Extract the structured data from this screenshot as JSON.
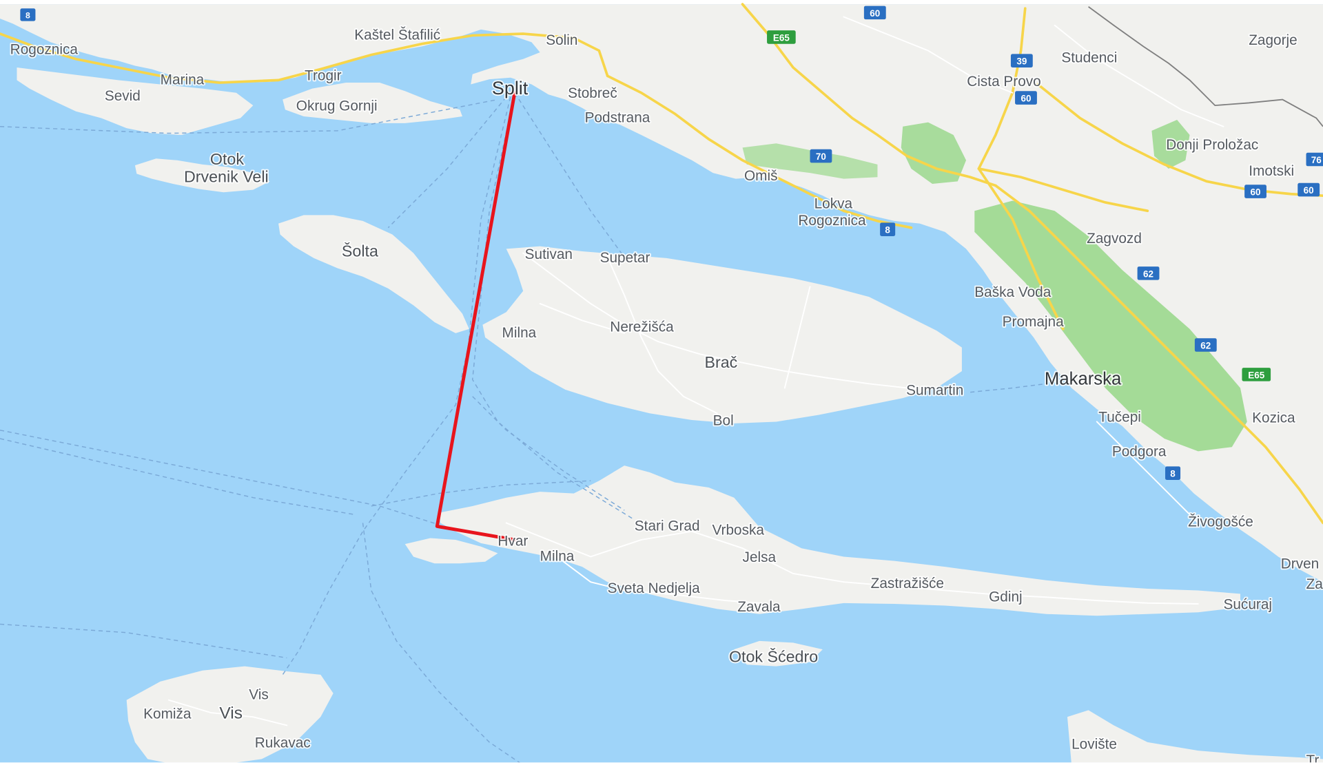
{
  "map": {
    "colors": {
      "sea": "#9fd4f9",
      "land": "#f1f1ee",
      "hill_land": "#e9ece4",
      "park": "#9bd88d",
      "road_major": "#f7d54a",
      "road_minor": "#ffffff",
      "ferry": "#7ba9d7",
      "border": "#7f7f7f",
      "route": "#e8141c",
      "shield_blue": "#2a6fc2",
      "shield_green": "#2e9e3e",
      "label": "#555a60"
    },
    "labels": [
      {
        "id": "rogoznica",
        "text": "Rogoznica",
        "kind": "town"
      },
      {
        "id": "marina",
        "text": "Marina",
        "kind": "town"
      },
      {
        "id": "sevid",
        "text": "Sevid",
        "kind": "town"
      },
      {
        "id": "trogir",
        "text": "Trogir",
        "kind": "town"
      },
      {
        "id": "kastel",
        "text": "Kaštel Štafilić",
        "kind": "town"
      },
      {
        "id": "solin",
        "text": "Solin",
        "kind": "town"
      },
      {
        "id": "split",
        "text": "Split",
        "kind": "city"
      },
      {
        "id": "stobrec",
        "text": "Stobreč",
        "kind": "town"
      },
      {
        "id": "podstrana",
        "text": "Podstrana",
        "kind": "town"
      },
      {
        "id": "okrug",
        "text": "Okrug Gornji",
        "kind": "town"
      },
      {
        "id": "drvenik1",
        "text": "Otok",
        "kind": "island"
      },
      {
        "id": "drvenik2",
        "text": "Drvenik Veli",
        "kind": "island"
      },
      {
        "id": "solta",
        "text": "Šolta",
        "kind": "island"
      },
      {
        "id": "sutivan",
        "text": "Sutivan",
        "kind": "town"
      },
      {
        "id": "supetar",
        "text": "Supetar",
        "kind": "town"
      },
      {
        "id": "milna_brac",
        "text": "Milna",
        "kind": "town"
      },
      {
        "id": "nerezisca",
        "text": "Nerežišća",
        "kind": "town"
      },
      {
        "id": "brac",
        "text": "Brač",
        "kind": "island"
      },
      {
        "id": "bol",
        "text": "Bol",
        "kind": "town"
      },
      {
        "id": "sumartin",
        "text": "Sumartin",
        "kind": "town"
      },
      {
        "id": "omis",
        "text": "Omiš",
        "kind": "town"
      },
      {
        "id": "lokva1",
        "text": "Lokva",
        "kind": "town"
      },
      {
        "id": "lokva2",
        "text": "Rogoznica",
        "kind": "town"
      },
      {
        "id": "studenci",
        "text": "Studenci",
        "kind": "town"
      },
      {
        "id": "cista",
        "text": "Cista Provo",
        "kind": "town"
      },
      {
        "id": "zagorje",
        "text": "Zagorje",
        "kind": "town"
      },
      {
        "id": "donji",
        "text": "Donji Proložac",
        "kind": "town"
      },
      {
        "id": "imotski",
        "text": "Imotski",
        "kind": "town"
      },
      {
        "id": "zagvozd",
        "text": "Zagvozd",
        "kind": "town"
      },
      {
        "id": "baska",
        "text": "Baška Voda",
        "kind": "town"
      },
      {
        "id": "promajna",
        "text": "Promajna",
        "kind": "town"
      },
      {
        "id": "makarska",
        "text": "Makarska",
        "kind": "city"
      },
      {
        "id": "tucepi",
        "text": "Tučepi",
        "kind": "town"
      },
      {
        "id": "kozica",
        "text": "Kozica",
        "kind": "town"
      },
      {
        "id": "podgora",
        "text": "Podgora",
        "kind": "town"
      },
      {
        "id": "zivogosce",
        "text": "Živogošće",
        "kind": "town"
      },
      {
        "id": "drven",
        "text": "Drven",
        "kind": "town"
      },
      {
        "id": "za",
        "text": "Za",
        "kind": "town"
      },
      {
        "id": "stari_grad",
        "text": "Stari Grad",
        "kind": "town"
      },
      {
        "id": "vrboska",
        "text": "Vrboska",
        "kind": "town"
      },
      {
        "id": "jelsa",
        "text": "Jelsa",
        "kind": "town"
      },
      {
        "id": "hvar",
        "text": "Hvar",
        "kind": "town"
      },
      {
        "id": "milna_hvar",
        "text": "Milna",
        "kind": "town"
      },
      {
        "id": "sveta",
        "text": "Sveta Nedjelja",
        "kind": "town"
      },
      {
        "id": "zavala",
        "text": "Zavala",
        "kind": "town"
      },
      {
        "id": "zastrazisce",
        "text": "Zastražišće",
        "kind": "town"
      },
      {
        "id": "gdinj",
        "text": "Gdinj",
        "kind": "town"
      },
      {
        "id": "sucuraj",
        "text": "Sućuraj",
        "kind": "town"
      },
      {
        "id": "scedro",
        "text": "Otok Šćedro",
        "kind": "island"
      },
      {
        "id": "vis_town",
        "text": "Vis",
        "kind": "town"
      },
      {
        "id": "vis_island",
        "text": "Vis",
        "kind": "island"
      },
      {
        "id": "komiza",
        "text": "Komiža",
        "kind": "town"
      },
      {
        "id": "rukavac",
        "text": "Rukavac",
        "kind": "town"
      },
      {
        "id": "loviste",
        "text": "Lovište",
        "kind": "town"
      },
      {
        "id": "tr",
        "text": "Tr",
        "kind": "town"
      }
    ],
    "shields": [
      {
        "id": "s8a",
        "text": "8",
        "color": "blue"
      },
      {
        "id": "s60a",
        "text": "60",
        "color": "blue"
      },
      {
        "id": "se65a",
        "text": "E65",
        "color": "green"
      },
      {
        "id": "s39",
        "text": "39",
        "color": "blue"
      },
      {
        "id": "s60b",
        "text": "60",
        "color": "blue"
      },
      {
        "id": "s70",
        "text": "70",
        "color": "blue"
      },
      {
        "id": "s8b",
        "text": "8",
        "color": "blue"
      },
      {
        "id": "s60c",
        "text": "60",
        "color": "blue"
      },
      {
        "id": "s60d",
        "text": "60",
        "color": "blue"
      },
      {
        "id": "s76",
        "text": "76",
        "color": "blue"
      },
      {
        "id": "s62a",
        "text": "62",
        "color": "blue"
      },
      {
        "id": "s62b",
        "text": "62",
        "color": "blue"
      },
      {
        "id": "se65b",
        "text": "E65",
        "color": "green"
      },
      {
        "id": "s8c",
        "text": "8",
        "color": "blue"
      }
    ]
  }
}
